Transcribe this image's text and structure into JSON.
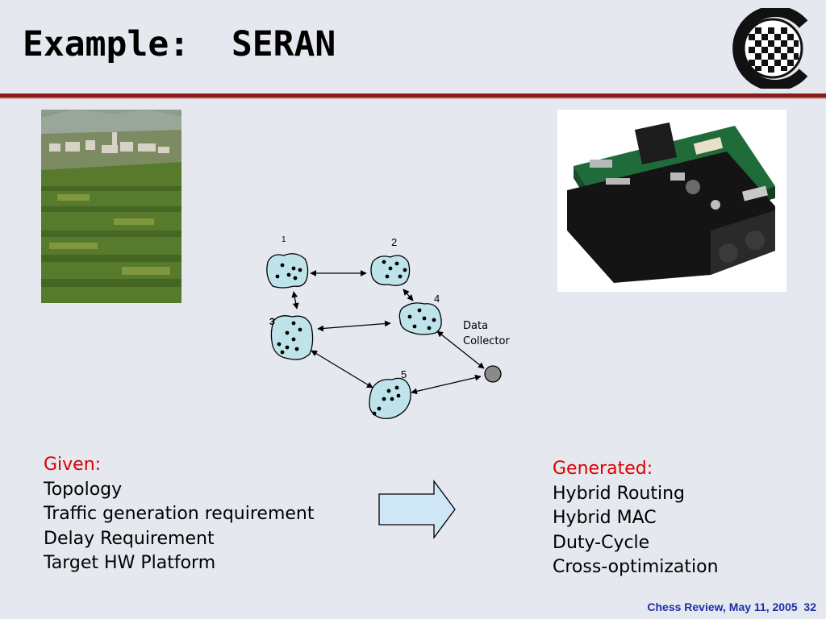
{
  "slide": {
    "title": "Example:  SERAN",
    "footer": "Chess Review, May 11, 2005  32"
  },
  "diagram": {
    "node_labels": [
      "1",
      "2",
      "3",
      "4",
      "5"
    ],
    "data_collector_label_line1": "Data",
    "data_collector_label_line2": "Collector"
  },
  "given": {
    "heading": "Given:",
    "items": [
      "Topology",
      "Traffic generation requirement",
      "Delay Requirement",
      "Target HW Platform"
    ]
  },
  "generated": {
    "heading": "Generated:",
    "items": [
      "Hybrid Routing",
      "Hybrid MAC",
      "Duty-Cycle",
      "Cross-optimization"
    ]
  },
  "colors": {
    "rule": "#8b1a1a",
    "heading_red": "#dd0000",
    "footer_blue": "#1c2fa8",
    "cluster_fill": "#bfe3ea",
    "arrow_fill": "#cfe6f7"
  },
  "images": {
    "left_photo": "landscape-photo",
    "right_photo": "sensor-board-photo",
    "logo": "chess-logo"
  }
}
